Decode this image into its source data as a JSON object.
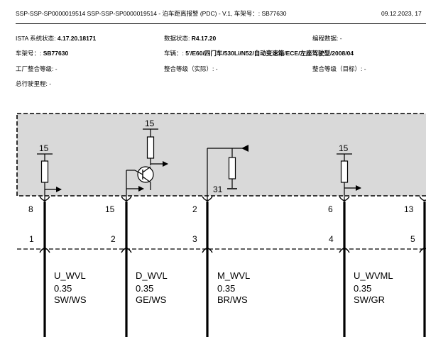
{
  "header": {
    "title": "SSP-SSP-SP0000019514 SSP-SSP-SP0000019514 - 泊车距离报警 (PDC) - V.1, 车架号：: SB77630",
    "date": "09.12.2023, 17"
  },
  "info": {
    "ista_label": "ISTA 系统状态: ",
    "ista_value": "4.17.20.18171",
    "data_status_label": "数据状态: ",
    "data_status_value": "R4.17.20",
    "programming_label": "编程数据: -",
    "vin_label": "车架号：: ",
    "vin_value": "SB77630",
    "vehicle_label": "车辆：: ",
    "vehicle_value": "5'/E60/四门车/530Li/N52/自动变速箱/ECE/左座驾驶型/2008/04",
    "factory_level": "工厂整合等级: -",
    "actual_level": "整合等级（实际）: -",
    "target_level": "整合等级（目标）: -",
    "mileage": "总行驶里程: -"
  },
  "diagram": {
    "supply_labels": [
      "15",
      "15",
      "15"
    ],
    "ground_label": "31",
    "upper_pins": [
      "8",
      "15",
      "2",
      "6",
      "13"
    ],
    "lower_pins": [
      "1",
      "2",
      "3",
      "4",
      "5"
    ],
    "wires": [
      {
        "name": "U_WVL",
        "size": "0.35",
        "color": "SW/WS"
      },
      {
        "name": "D_WVL",
        "size": "0.35",
        "color": "GE/WS"
      },
      {
        "name": "M_WVL",
        "size": "0.35",
        "color": "BR/WS"
      },
      {
        "name": "U_WVML",
        "size": "0.35",
        "color": "SW/GR"
      }
    ]
  }
}
